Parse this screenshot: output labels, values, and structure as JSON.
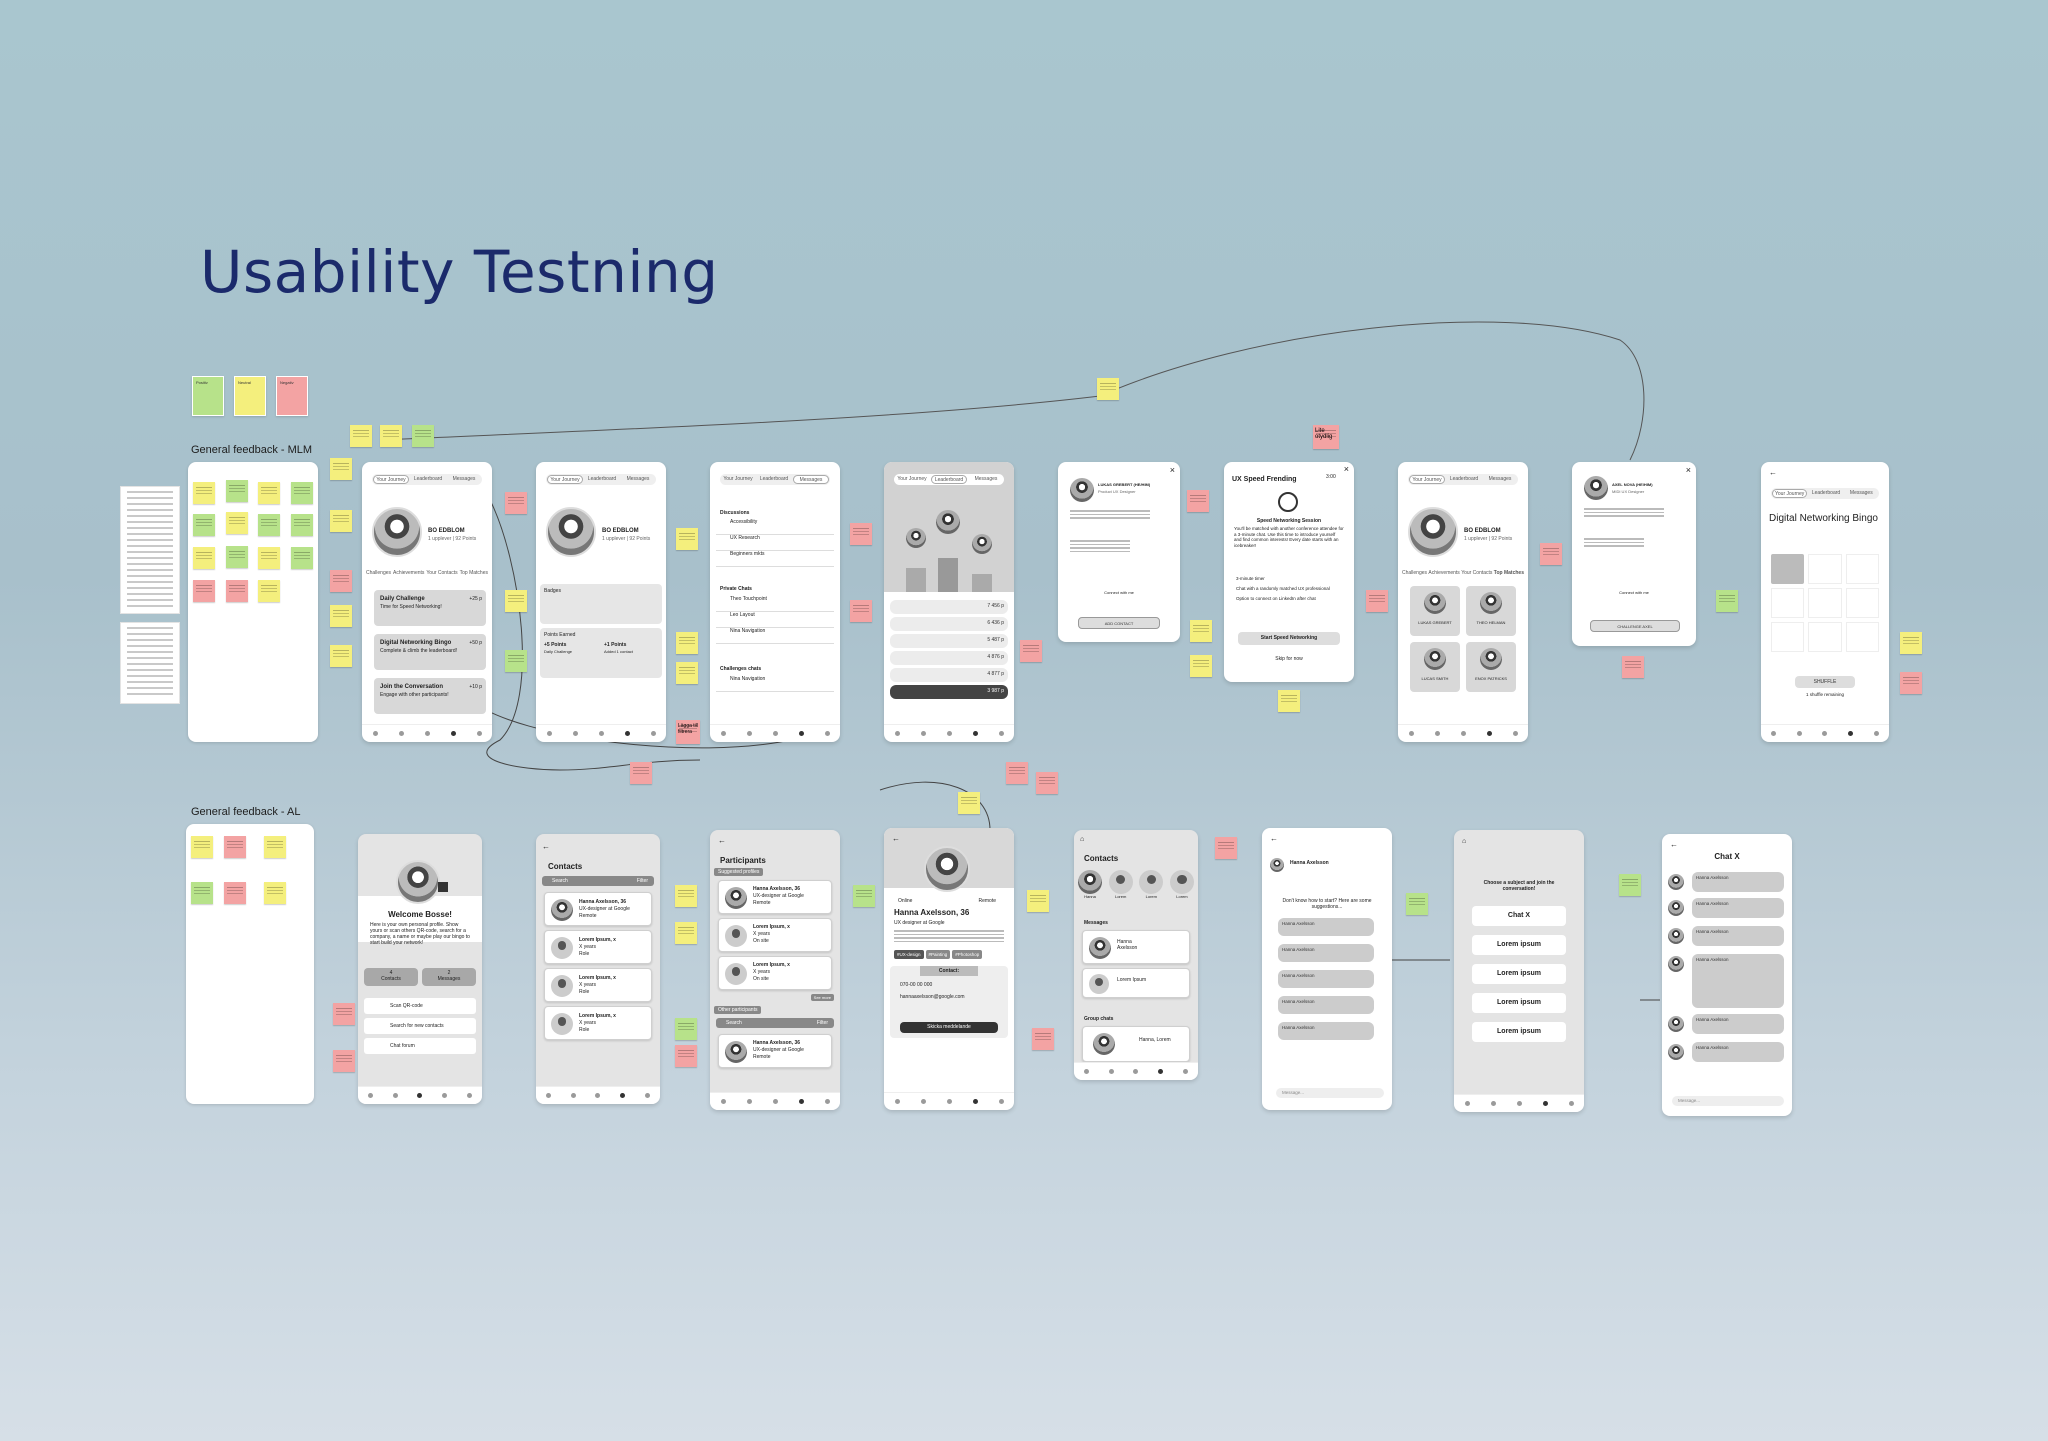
{
  "board": {
    "title": "Usability Testning",
    "legend": [
      {
        "label": "Positiv",
        "color": "#b7e28a"
      },
      {
        "label": "Neutral",
        "color": "#f4ef7d"
      },
      {
        "label": "Negativ",
        "color": "#f3a3a3"
      }
    ],
    "rows": [
      {
        "label": "General feedback - MLM"
      },
      {
        "label": "General feedback - AL"
      }
    ],
    "sticky_annotations": [
      "Lite otydlig",
      "Lägga till filtrera"
    ]
  },
  "screens_row1": {
    "journey": {
      "tabs": [
        "Your Journey",
        "Leaderboard",
        "Messages"
      ],
      "name": "BO EDBLOM",
      "meta": "1 upplever | 92 Points",
      "subtabs": [
        "Challenges",
        "Achievements",
        "Your Contacts",
        "Top Matches"
      ],
      "cards": [
        {
          "title": "Daily Challenge",
          "sub": "Time for Speed Networking!",
          "points": "+25 p"
        },
        {
          "title": "Digital Networking Bingo",
          "sub": "Complete & climb the leaderboard!",
          "points": "+50 p"
        },
        {
          "title": "Join the Conversation",
          "sub": "Engage with other participants!",
          "points": "+10 p"
        }
      ]
    },
    "achievements": {
      "tabs": [
        "Your Journey",
        "Leaderboard",
        "Messages"
      ],
      "name": "BO EDBLOM",
      "meta": "1 upplever | 92 Points",
      "section1": "Badges",
      "section2": "Points Earned",
      "points": [
        {
          "title": "+5 Points",
          "sub": "Daily Challenge"
        },
        {
          "title": "+1 Points",
          "sub": "Added 1 contact"
        }
      ]
    },
    "messages": {
      "tabs": [
        "Your Journey",
        "Leaderboard",
        "Messages"
      ],
      "sections": [
        "Discussions",
        "Private Chats",
        "Challenges chats"
      ],
      "items": [
        "Accessibility",
        "UX Research",
        "Beginners mkts",
        "Theo Touchpoint",
        "Leo Layout",
        "Nina Navigation",
        "Nina Navigation"
      ]
    },
    "leaderboard": {
      "tabs": [
        "Your Journey",
        "Leaderboard",
        "Messages"
      ],
      "rows": [
        "7 456 p",
        "6 436 p",
        "5 487 p",
        "4 876 p",
        "4 877 p",
        "3 987 p"
      ]
    },
    "contact_card": {
      "name": "LUKAS GREBERT (HE/HIM)",
      "role": "Product UX Designer",
      "connect": "Connect with me",
      "button": "ADD CONTACT"
    },
    "speed_dialog": {
      "title": "UX Speed Frending",
      "timer": "3:00",
      "session": "Speed Networking Session",
      "body": "You'll be matched with another conference attendee for a 3-minute chat. Use this time to introduce yourself and find common interests! Every date starts with an icebreaker!",
      "options": [
        "3-minute timer",
        "Chat with a randomly matched UX professional",
        "Option to connect on LinkedIn after chat"
      ],
      "cta": "Start Speed Networking",
      "skip": "Skip for now"
    },
    "top_matches": {
      "tabs": [
        "Your Journey",
        "Leaderboard",
        "Messages"
      ],
      "name": "BO EDBLOM",
      "meta": "1 upplever | 92 Points",
      "subtabs": [
        "Challenges",
        "Achievements",
        "Your Contacts",
        "Top Matches"
      ],
      "people": [
        "LUKAS GREBERT",
        "THEO HELMAN",
        "LUCAS SMITH",
        "ENOX PATRICKS"
      ]
    },
    "challenge_card": {
      "name": "AXEL NOVA (HE/HIM)",
      "role": "MIDI UX Designer",
      "connect": "Connect with me",
      "button": "CHALLENGE AXEL"
    },
    "bingo": {
      "tabs": [
        "Your Journey",
        "Leaderboard",
        "Messages"
      ],
      "title": "Digital Networking Bingo",
      "button": "SHUFFLE",
      "remaining": "1 shuffle remaining"
    }
  },
  "screens_row2": {
    "welcome": {
      "title": "Welcome Bosse!",
      "body": "Here is your own personal profile. Show yours or scan others QR-code, search for a company, a name or maybe play our bingo to start build your network!",
      "stats": [
        {
          "num": "4",
          "label": "Contacts"
        },
        {
          "num": "2",
          "label": "Messages"
        }
      ],
      "actions": [
        "Scan QR-code",
        "Search for new contacts",
        "Chat forum"
      ]
    },
    "contacts_list": {
      "title": "Contacts",
      "search": "Search",
      "filter": "Filter",
      "items": [
        {
          "name": "Hanna Axelsson, 36",
          "role": "UX-designer at Google",
          "loc": "Remote"
        },
        {
          "name": "Lorem Ipsum, x",
          "role": "X years",
          "loc": "Role"
        },
        {
          "name": "Lorem Ipsum, x",
          "role": "X years",
          "loc": "Role"
        },
        {
          "name": "Lorem Ipsum, x",
          "role": "X years",
          "loc": "Role"
        }
      ]
    },
    "participants": {
      "title": "Participants",
      "suggested": "Suggested profiles",
      "other": "Other participants",
      "see_more": "See more",
      "search": "Search",
      "filter": "Filter",
      "items": [
        {
          "name": "Hanna Axelsson, 36",
          "role": "UX-designer at Google",
          "loc": "Remote"
        },
        {
          "name": "Lorem Ipsum, x",
          "role": "X years",
          "loc": "On site"
        },
        {
          "name": "Lorem Ipsum, x",
          "role": "X years",
          "loc": "On site"
        },
        {
          "name": "Hanna Axelsson, 36",
          "role": "UX-designer at Google",
          "loc": "Remote"
        }
      ]
    },
    "profile": {
      "online": "Online",
      "remote": "Remote",
      "name": "Hanna Axelsson, 36",
      "role": "UX designer at Google",
      "tags": [
        "#UX-design",
        "#Painting",
        "#Photoshop"
      ],
      "contact_label": "Contact:",
      "phone": "070-00 00 000",
      "email": "hannaaxelsson@google.com",
      "button": "Skicka meddelande"
    },
    "contacts_grid": {
      "title": "Contacts",
      "people": [
        "Hanna",
        "Lorem",
        "Lorem",
        "Lorem"
      ],
      "messages": "Messages",
      "group": "Group chats",
      "msg_items": [
        "Hanna Axelsson",
        "Lorem Ipsum"
      ],
      "group_item": "Hanna, Lorem"
    },
    "chat_suggest": {
      "name": "Hanna Axelsson",
      "prompt": "Don't know how to start? Here are some suggestions...",
      "items": [
        "Hanna Axelsson",
        "Hanna Axelsson",
        "Hanna Axelsson",
        "Hanna Axelsson",
        "Hanna Axelsson"
      ],
      "input": "Message..."
    },
    "subjects": {
      "heading": "Choose a subject and join the conversation!",
      "items": [
        "Chat X",
        "Lorem ipsum",
        "Lorem ipsum",
        "Lorem ipsum",
        "Lorem ipsum"
      ]
    },
    "chat_x": {
      "title": "Chat X",
      "names": [
        "Hanna Axelsson",
        "Hanna Axelsson",
        "Hanna Axelsson",
        "Hanna Axelsson",
        "Hanna Axelsson",
        "Hanna Axelsson"
      ],
      "input": "Message..."
    }
  }
}
